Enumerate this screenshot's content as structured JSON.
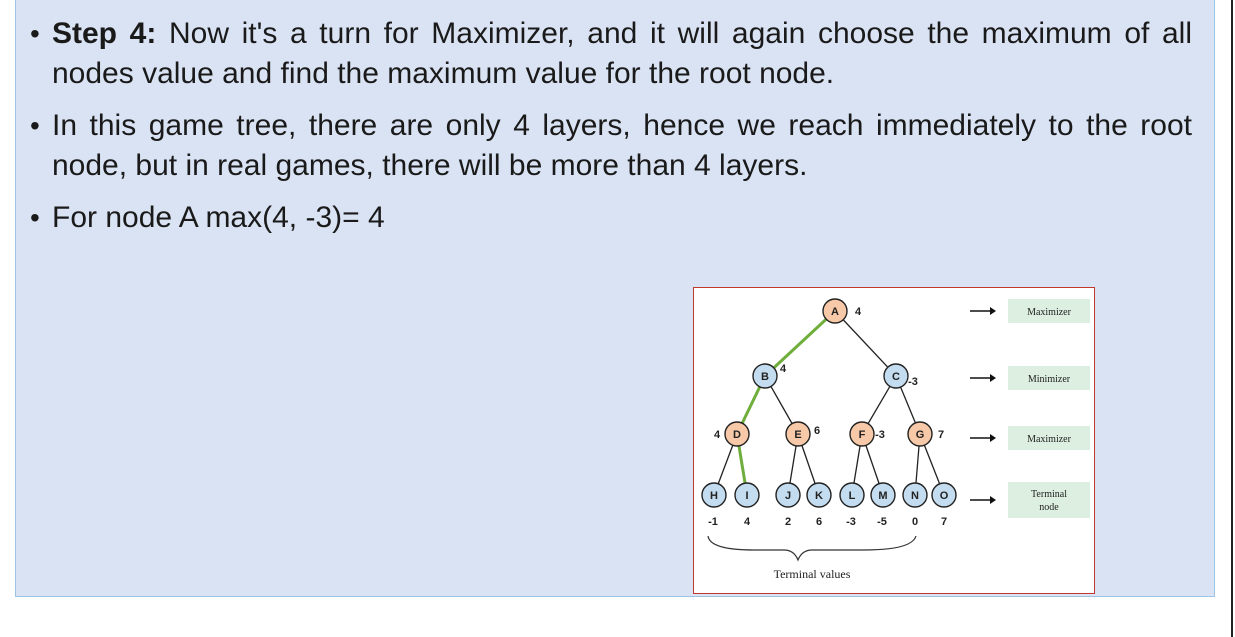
{
  "bullets": [
    {
      "bold": "Step 4:",
      "text": " Now it's a turn for Maximizer, and it will again choose the maximum of all nodes value and find the maximum value for the root node."
    },
    {
      "bold": "",
      "text": "In this game tree, there are only 4 layers, hence we reach immediately to the root node, but in real games, there will be more than 4 layers."
    },
    {
      "bold": "",
      "text": "For node A max(4, -3)= 4"
    }
  ],
  "diagram": {
    "nodes": {
      "A": {
        "label": "A",
        "value": "4"
      },
      "B": {
        "label": "B",
        "value": "4"
      },
      "C": {
        "label": "C",
        "value": "-3"
      },
      "D": {
        "label": "D",
        "value": "4"
      },
      "E": {
        "label": "E",
        "value": "6"
      },
      "F": {
        "label": "F",
        "value": "-3"
      },
      "G": {
        "label": "G",
        "value": "7"
      },
      "H": {
        "label": "H",
        "value": "-1"
      },
      "I": {
        "label": "I",
        "value": "4"
      },
      "J": {
        "label": "J",
        "value": "2"
      },
      "K": {
        "label": "K",
        "value": "6"
      },
      "L": {
        "label": "L",
        "value": "-3"
      },
      "M": {
        "label": "M",
        "value": "-5"
      },
      "N": {
        "label": "N",
        "value": "0"
      },
      "O": {
        "label": "O",
        "value": "7"
      }
    },
    "layers": [
      {
        "label": "Maximizer"
      },
      {
        "label": "Minimizer"
      },
      {
        "label": "Maximizer"
      },
      {
        "label_line1": "Terminal",
        "label_line2": "node"
      }
    ],
    "terminal_caption": "Terminal values",
    "colors": {
      "max_node": "#f8c9a8",
      "min_node": "#c4dcef",
      "highlight_edge": "#6fae3c",
      "edge": "#222222",
      "layer_box": "#dcefe1"
    }
  }
}
